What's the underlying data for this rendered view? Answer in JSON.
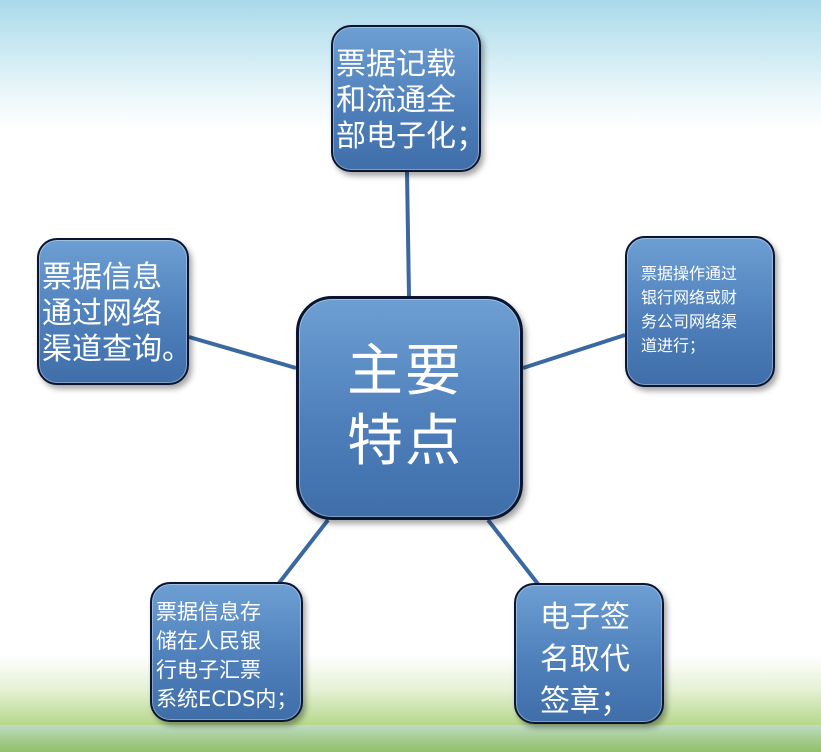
{
  "diagram": {
    "center": {
      "label": "主要\n特点"
    },
    "nodes": {
      "top": "票据记载\n和流通全\n部电子化；",
      "left": "票据信息\n通过网络\n渠道查询。",
      "right": "票据操作通过\n银行网络或财\n务公司网络渠\n道进行；",
      "bottom_left": "票据信息存\n储在人民银\n行电子汇票\n系统ECDS内；",
      "bottom_right": "电子签\n名取代\n签章；"
    },
    "colors": {
      "node_fill": "#4f80bb",
      "node_border": "#0b1530",
      "connector": "#3a68a0",
      "text": "#ffffff"
    }
  }
}
